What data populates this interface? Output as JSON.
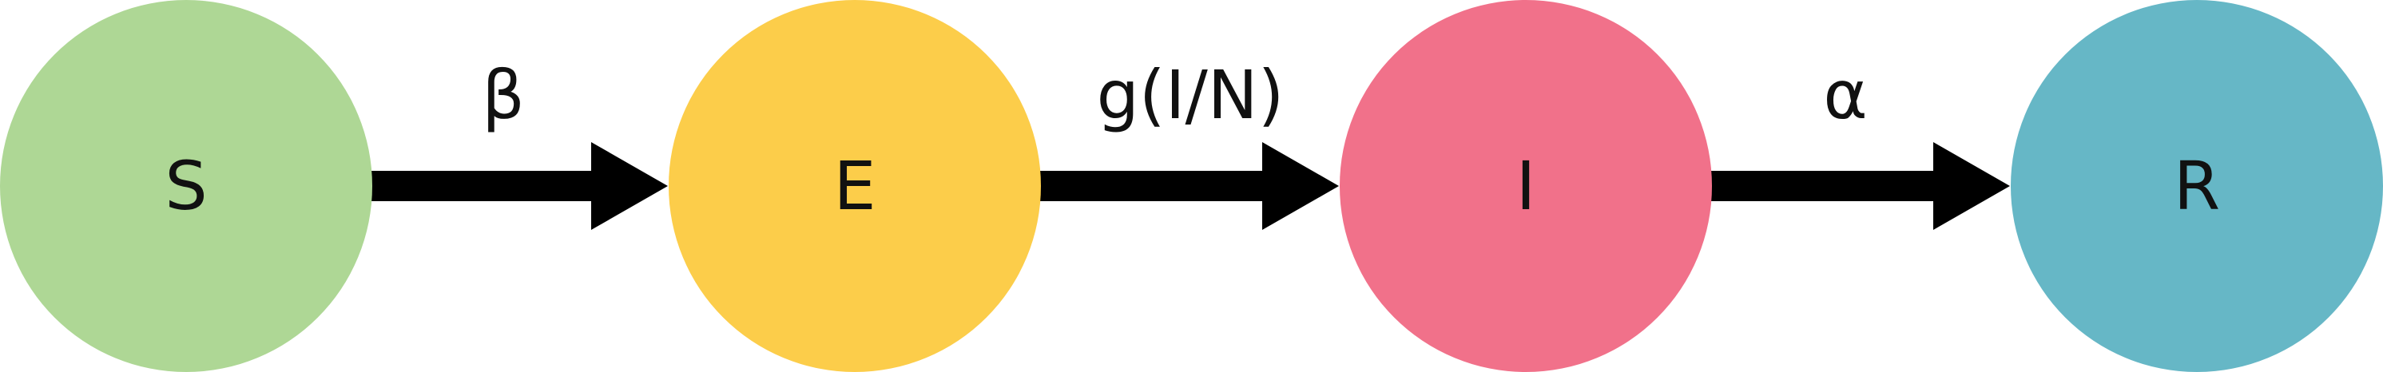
{
  "nodes": [
    {
      "id": "S",
      "label": "S",
      "color": "#AED795"
    },
    {
      "id": "E",
      "label": "E",
      "color": "#FCCD4A"
    },
    {
      "id": "I",
      "label": "I",
      "color": "#F1718A"
    },
    {
      "id": "R",
      "label": "R",
      "color": "#66B7C6"
    }
  ],
  "edges": [
    {
      "from": "S",
      "to": "E",
      "label": "β"
    },
    {
      "from": "E",
      "to": "I",
      "label": "g(I/N)"
    },
    {
      "from": "I",
      "to": "R",
      "label": "α"
    }
  ],
  "arrow_color": "#000000"
}
